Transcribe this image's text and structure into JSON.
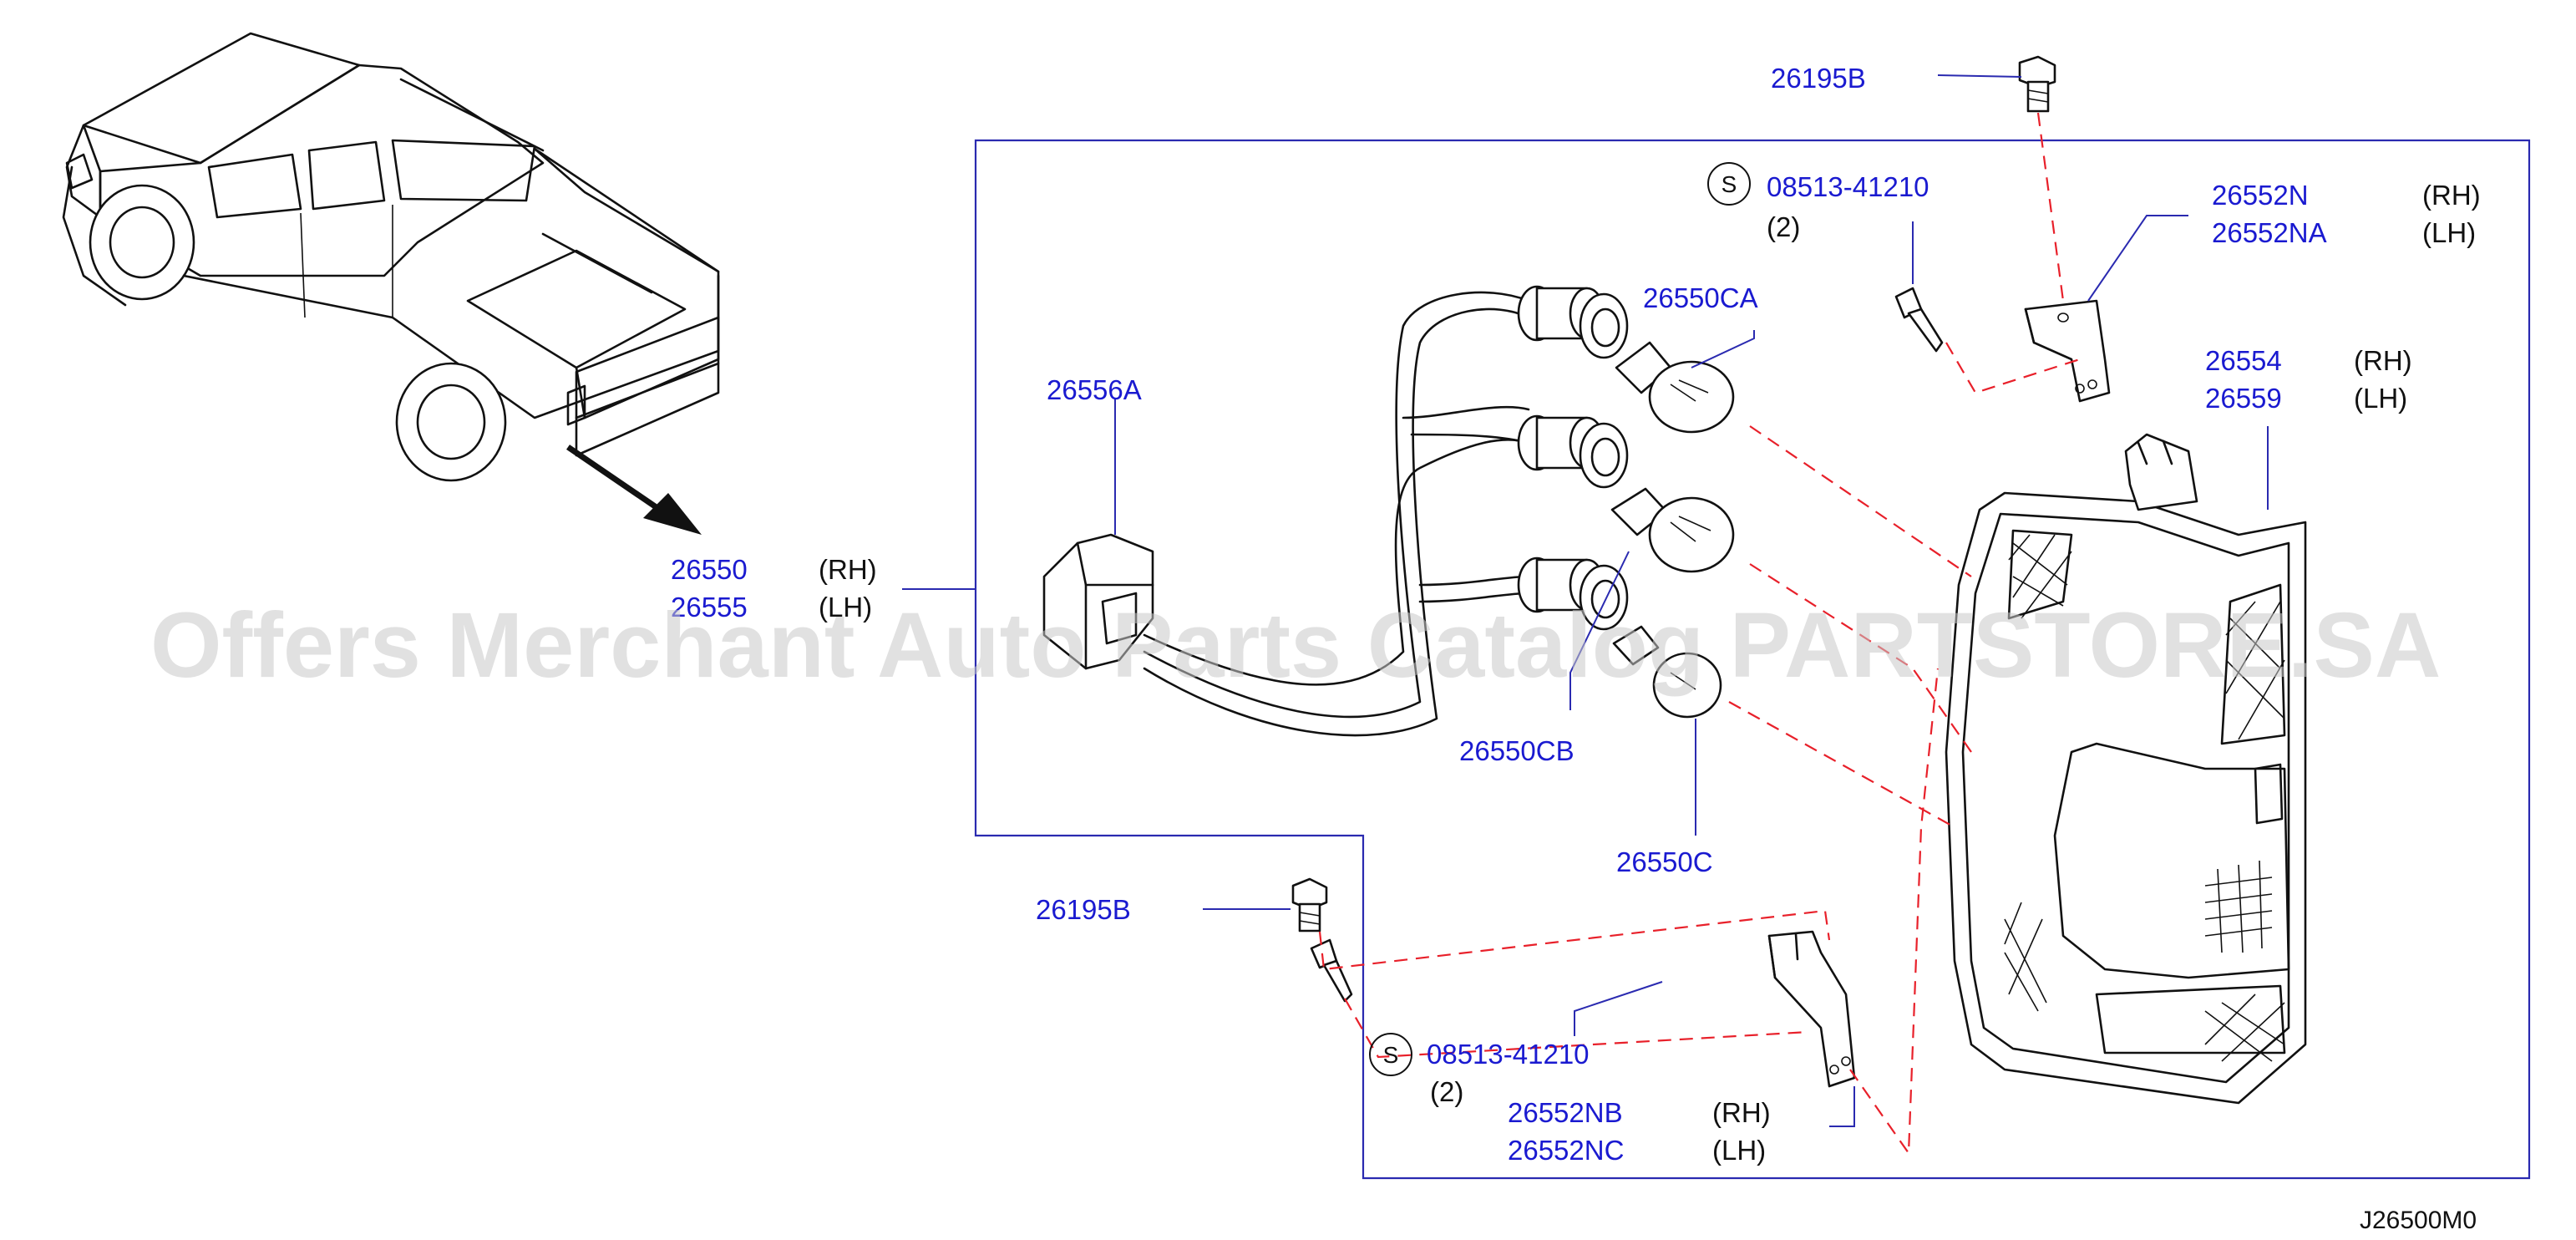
{
  "labels": {
    "p26195b_top": "26195B",
    "p08513_top": "08513-41210",
    "qty_top": "(2)",
    "p26552n": "26552N",
    "p26552na": "26552NA",
    "rh_26552n": "(RH)",
    "lh_26552na": "(LH)",
    "p26550ca": "26550CA",
    "p26554": "26554",
    "p26559": "26559",
    "rh_26554": "(RH)",
    "lh_26559": "(LH)",
    "p26556a": "26556A",
    "p26550": "26550",
    "p26555": "26555",
    "rh_26550": "(RH)",
    "lh_26555": "(LH)",
    "p26550cb": "26550CB",
    "p26550c": "26550C",
    "p26195b_bottom": "26195B",
    "p08513_bottom": "08513-41210",
    "qty_bottom": "(2)",
    "p26552nb": "26552NB",
    "p26552nc": "26552NC",
    "rh_26552nb": "(RH)",
    "lh_26552nc": "(LH)",
    "s_mark": "S",
    "diagram_ref": "J26500M0"
  },
  "watermark": "Offers Merchant Auto Parts Catalog PARTSTORE.SA",
  "colors": {
    "part_number": "#1a1ad0",
    "leader_line": "#2a2ab0",
    "dashed_line": "#e8202a",
    "outline": "#111111",
    "watermark": "#c8c8c8"
  }
}
